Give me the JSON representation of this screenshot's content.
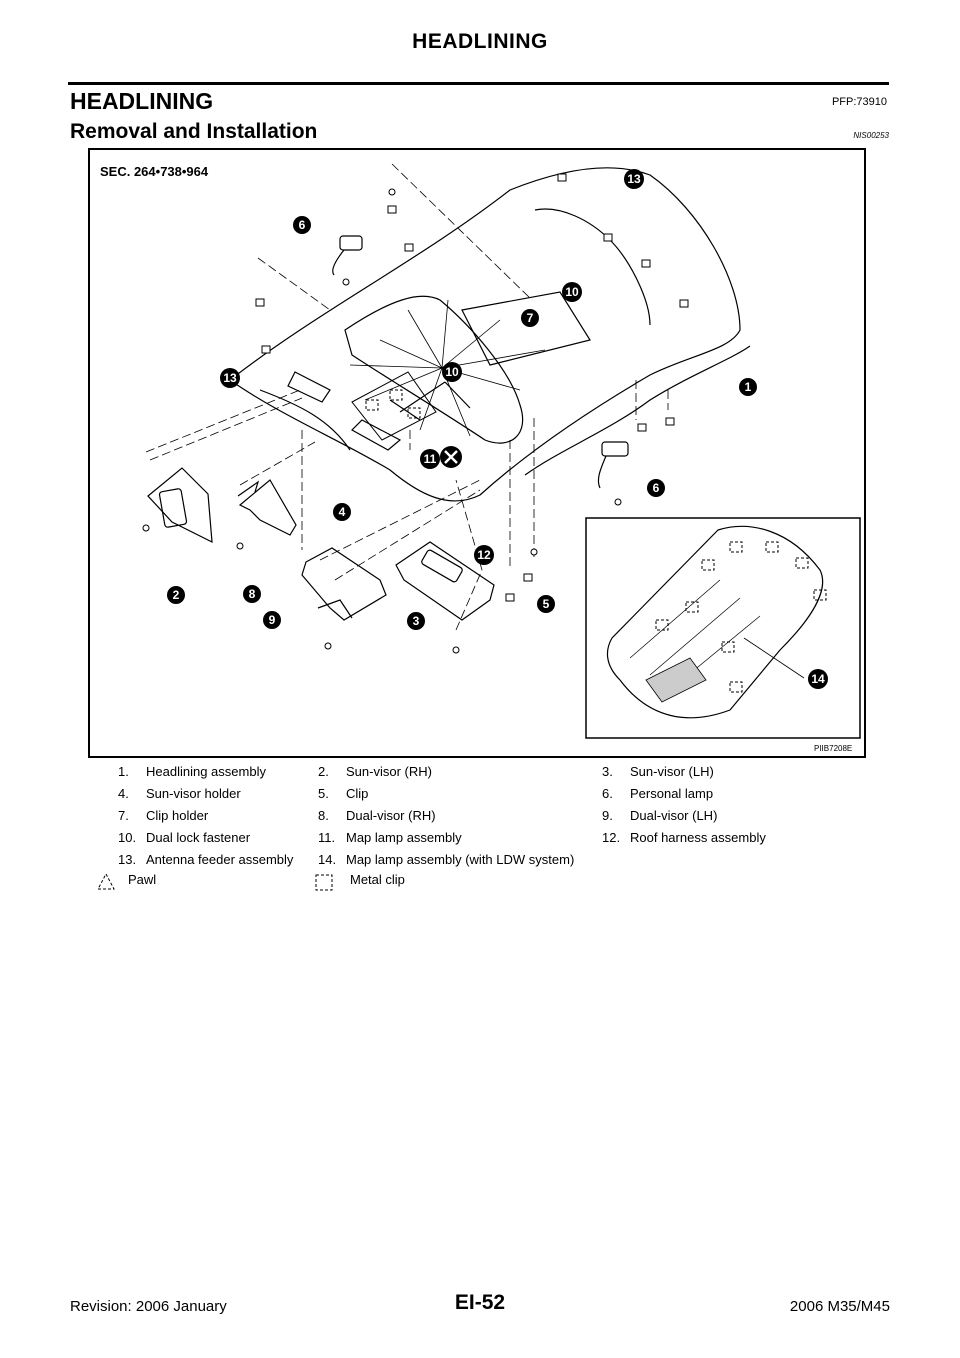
{
  "header": {
    "running_title": "HEADLINING"
  },
  "section": {
    "title": "HEADLINING",
    "code": "PFP:73910"
  },
  "subsection": {
    "title": "Removal and Installation",
    "code": "NIS00253"
  },
  "figure": {
    "sec_label": "SEC. 264•738•964",
    "figure_id": "PIIB7208E",
    "callouts": [
      "1",
      "2",
      "3",
      "4",
      "5",
      "6",
      "6",
      "7",
      "8",
      "9",
      "10",
      "10",
      "11",
      "12",
      "13",
      "13",
      "14"
    ]
  },
  "legend": {
    "rows": [
      [
        {
          "num": "1.",
          "label": "Headlining assembly"
        },
        {
          "num": "2.",
          "label": "Sun-visor (RH)"
        },
        {
          "num": "3.",
          "label": "Sun-visor (LH)"
        }
      ],
      [
        {
          "num": "4.",
          "label": "Sun-visor holder"
        },
        {
          "num": "5.",
          "label": "Clip"
        },
        {
          "num": "6.",
          "label": "Personal lamp"
        }
      ],
      [
        {
          "num": "7.",
          "label": "Clip holder"
        },
        {
          "num": "8.",
          "label": "Dual-visor (RH)"
        },
        {
          "num": "9.",
          "label": "Dual-visor (LH)"
        }
      ],
      [
        {
          "num": "10.",
          "label": "Dual lock fastener"
        },
        {
          "num": "11.",
          "label": "Map lamp assembly"
        },
        {
          "num": "12.",
          "label": "Roof harness assembly"
        }
      ],
      [
        {
          "num": "13.",
          "label": "Antenna feeder assembly"
        },
        {
          "num": "14.",
          "label": "Map lamp assembly (with LDW system)"
        }
      ]
    ],
    "symbols": [
      {
        "icon": "pawl-triangle-icon",
        "label": "Pawl"
      },
      {
        "icon": "metal-clip-square-icon",
        "label": "Metal clip"
      }
    ]
  },
  "footer": {
    "revision": "Revision: 2006 January",
    "page": "EI-52",
    "model": "2006 M35/M45"
  }
}
